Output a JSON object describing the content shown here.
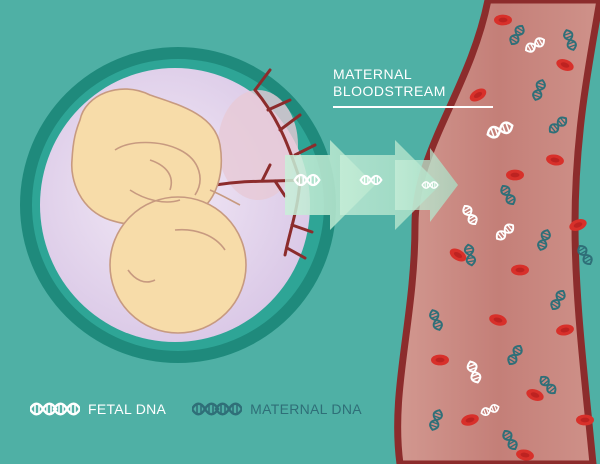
{
  "diagram": {
    "caption": {
      "line1": "MATERNAL",
      "line2": "BLOODSTREAM"
    },
    "legend": [
      {
        "label": "FETAL DNA",
        "icon": "dna-helix-icon",
        "color": "#ffffff"
      },
      {
        "label": "MATERNAL DNA",
        "icon": "dna-helix-icon",
        "color": "#2f6f78"
      }
    ]
  },
  "colors": {
    "background": "#4fb0a5",
    "womb_ring": "#1f8a7c",
    "amniotic": "#e8dcef",
    "fetus": "#f7dca9",
    "fetus_outline": "#c79a80",
    "vessel_wall": "#8c2c2c",
    "vessel_fill": "#c98a83",
    "red_cell": "#d8302a",
    "maternal_dna": "#2f6f78",
    "fetal_dna": "#ffffff",
    "arrow": "#b4e2cf"
  }
}
